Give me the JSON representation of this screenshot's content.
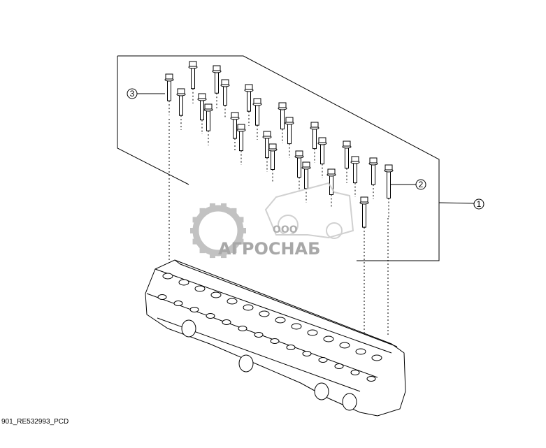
{
  "callouts": [
    {
      "id": "1",
      "label": "1"
    },
    {
      "id": "2",
      "label": "2"
    },
    {
      "id": "3",
      "label": "3"
    }
  ],
  "reference_code": "901_RE532993_PCD",
  "watermark": {
    "prefix": "ООО",
    "brand": "АГРОСНАБ",
    "color": "#b8b8b8"
  }
}
